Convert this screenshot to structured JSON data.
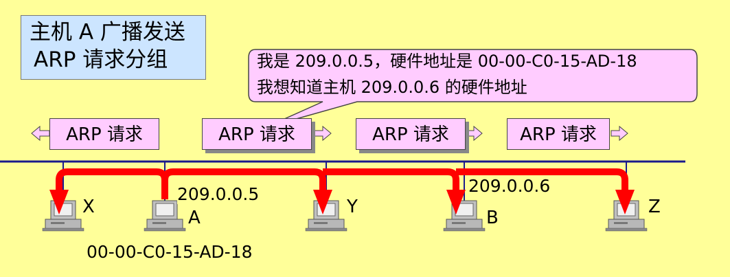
{
  "title": {
    "line1": "主机 A 广播发送",
    "line2": "ARP 请求分组"
  },
  "bubble": {
    "line1": "我是 209.0.0.5，硬件地址是 00-00-C0-15-AD-18",
    "line2": "我想知道主机 209.0.0.6 的硬件地址"
  },
  "arp_packets": [
    {
      "label": "ARP 请求",
      "direction": "left"
    },
    {
      "label": "ARP 请求",
      "direction": "right"
    },
    {
      "label": "ARP 请求",
      "direction": "right"
    },
    {
      "label": "ARP 请求",
      "direction": "right"
    }
  ],
  "hosts": [
    {
      "name": "X"
    },
    {
      "name": "A",
      "ip": "209.0.0.5",
      "mac": "00-00-C0-15-AD-18"
    },
    {
      "name": "Y"
    },
    {
      "name": "B",
      "ip": "209.0.0.6"
    },
    {
      "name": "Z"
    }
  ],
  "colors": {
    "background": "#ffff99",
    "bus": "#1a1a8c",
    "broadcast_arrow": "#ff0000",
    "arp_box": "#ffccff",
    "title_box": "#cce5ff",
    "bubble": "#ffccff"
  }
}
